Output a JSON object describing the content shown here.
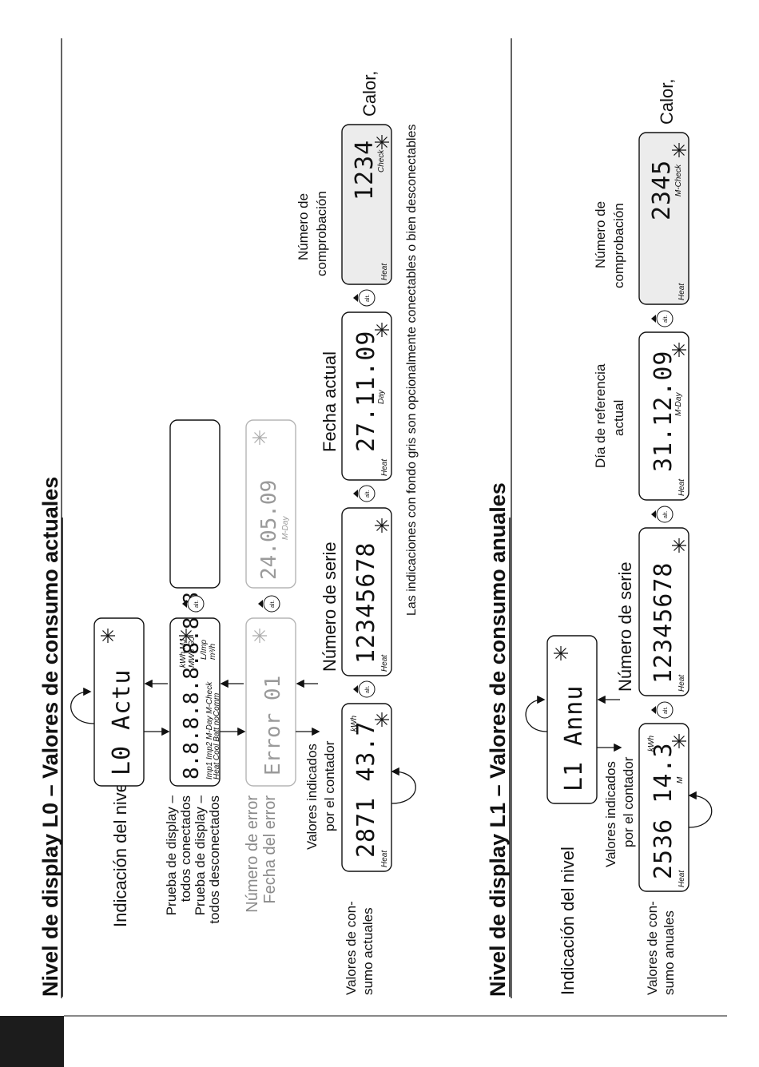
{
  "section_l0": {
    "title": "Nivel de display L0 – Valores de consumo actuales",
    "level_label": "Indicación del nivel",
    "level_display": "L0  Actu",
    "test_connected_1": "Prueba de display –",
    "test_connected_2": "todos conectados",
    "test_disconnected_1": "Prueba de display –",
    "test_disconnected_2": "todos desconectados",
    "test_display": "8.8.8.8.8.8.8.8",
    "test_units_1": "kWh MJ",
    "test_units_2": "MWh GJ",
    "test_units_3": "L/Imp",
    "test_units_4": "m³/h",
    "test_flags_1": "Imp1 Imp2 M-Day M-Check",
    "test_flags_2": "Heat Cool Batt noComm",
    "error_number_label": "Número de error",
    "error_date_label": "Fecha del error",
    "error_display": "Error 01",
    "error_date_display": "24.05.09",
    "error_date_unit": "M-Day",
    "meter_values_1": "Valores indicados",
    "meter_values_2": "por el contador",
    "current_values_1": "Valores de con-",
    "current_values_2": "sumo actuales",
    "current_display": "2871 43.7",
    "current_unit": "kWh",
    "serial_label": "Número de serie",
    "serial_display": "12345678",
    "date_label": "Fecha actual",
    "date_display": "27.11.09",
    "date_unit": "Day",
    "check_label_1": "Número de",
    "check_label_2": "comprobación",
    "check_display": "1234",
    "check_unit": "Check",
    "heat_tag": "Heat",
    "calor": "Calor,",
    "gray_note": "Las indicaciones con fondo gris son opcionalmente conectables o bien desconectables"
  },
  "section_l1": {
    "title": "Nivel de display L1 – Valores de consumo anuales",
    "level_label": "Indicación del nivel",
    "level_display": "L1  Annu",
    "meter_values_1": "Valores indicados",
    "meter_values_2": "por el contador",
    "annual_values_1": "Valores de con-",
    "annual_values_2": "sumo anuales",
    "annual_display": "2536 14.3",
    "annual_unit": "kWh",
    "annual_sub": "M",
    "serial_label": "Número de serie",
    "serial_display": "12345678",
    "refday_label_1": "Día de referencia",
    "refday_label_2": "actual",
    "refday_display": "31.12.09",
    "refday_unit": "M-Day",
    "check_label_1": "Número de",
    "check_label_2": "comprobación",
    "check_display": "2345",
    "check_unit": "M-Check",
    "heat_tag": "Heat",
    "calor": "Calor,"
  },
  "alt_label": "alt."
}
